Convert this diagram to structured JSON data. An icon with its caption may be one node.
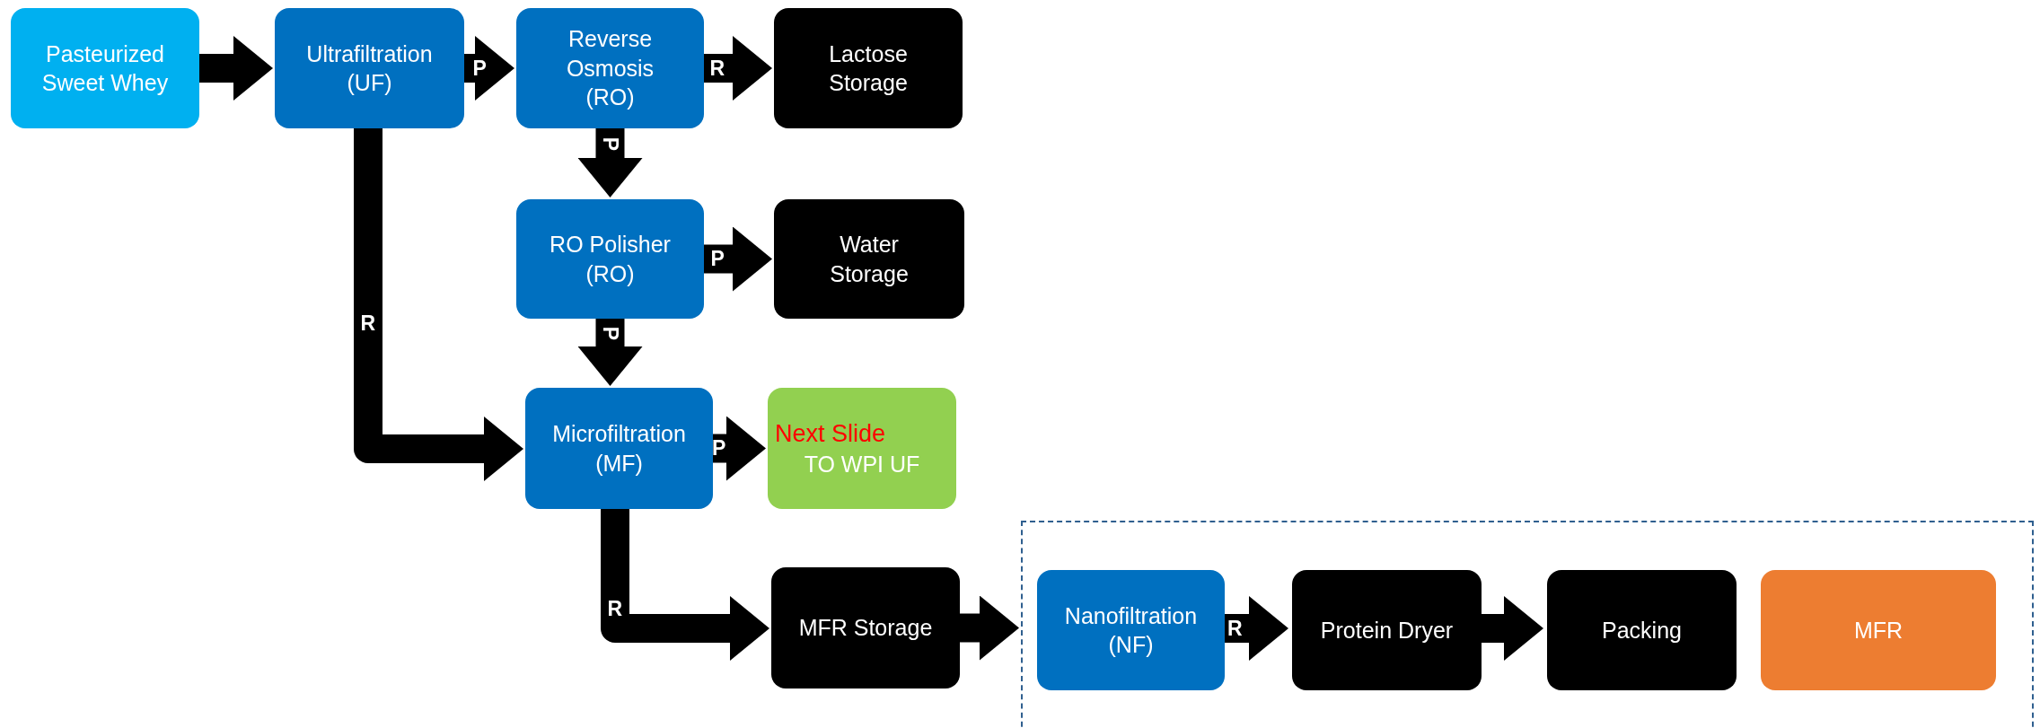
{
  "diagram": {
    "nodes": [
      {
        "text": [
          "Pasteurized Sweet Whey"
        ]
      },
      {
        "text": [
          "Ultrafiltration (UF)"
        ]
      },
      {
        "text": [
          "Reverse Osmosis (RO)"
        ]
      },
      {
        "text": [
          "Lactose Storage"
        ]
      },
      {
        "text": [
          "RO Polisher (RO)"
        ]
      },
      {
        "text": [
          "Water Storage"
        ]
      },
      {
        "text": [
          "Microfiltration (MF)"
        ]
      },
      {
        "text": [
          "Next Slide",
          "TO WPI UF"
        ]
      },
      {
        "text": [
          "MFR Storage"
        ]
      },
      {
        "text": [],
        "shape": "box"
      },
      {
        "text": [
          "Nanofiltration (NF)"
        ],
        "in": 9
      },
      {
        "text": [
          "Protein Dryer"
        ],
        "in": 9
      },
      {
        "text": [
          "Packing"
        ],
        "in": 9
      },
      {
        "text": [
          "MFR"
        ],
        "in": 9
      }
    ],
    "edges": [
      {
        "from": 0,
        "to": 1,
        "arrow": "to"
      },
      {
        "from": 1,
        "to": 2,
        "arrow": "to",
        "label": "P"
      },
      {
        "from": 2,
        "to": 3,
        "arrow": "to",
        "label": "R"
      },
      {
        "from": 2,
        "to": 4,
        "arrow": "to",
        "label": "P"
      },
      {
        "from": 4,
        "to": 5,
        "arrow": "to",
        "label": "P"
      },
      {
        "from": 4,
        "to": 6,
        "arrow": "to",
        "label": "P"
      },
      {
        "from": 1,
        "to": 6,
        "arrow": "to",
        "label": "R"
      },
      {
        "from": 6,
        "to": 7,
        "arrow": "to",
        "label": "P"
      },
      {
        "from": 6,
        "to": 8,
        "arrow": "to",
        "label": "R"
      },
      {
        "from": 8,
        "to": 9,
        "arrow": "to"
      },
      {
        "from": 10,
        "to": 11,
        "arrow": "to",
        "label": "R"
      },
      {
        "from": 11,
        "to": 12,
        "arrow": "to"
      }
    ]
  }
}
